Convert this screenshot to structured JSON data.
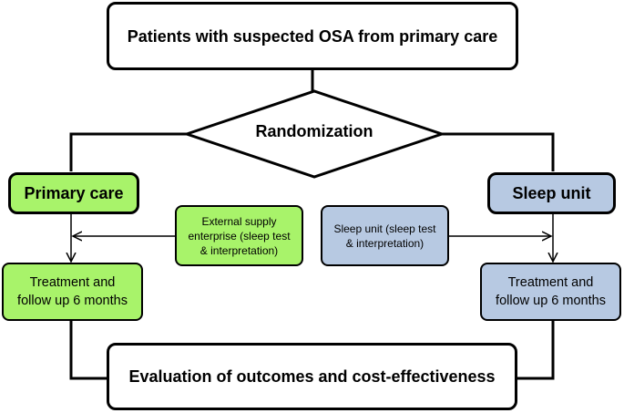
{
  "colors": {
    "primary_fill": "#a8f36a",
    "sleep_fill": "#b7c9e2",
    "neutral_fill": "#ffffff",
    "stroke": "#000000"
  },
  "nodes": {
    "top": "Patients with suspected OSA from primary care",
    "randomization": "Randomization",
    "primary_care": "Primary care",
    "sleep_unit": "Sleep unit",
    "external_supply": "External supply enterprise  (sleep test & interpretation)",
    "sleep_unit_test": "Sleep unit (sleep test & interpretation)",
    "treatment_left": "Treatment and follow up 6 months",
    "treatment_right": "Treatment and follow up 6 months",
    "evaluation": "Evaluation of outcomes and cost-effectiveness"
  }
}
